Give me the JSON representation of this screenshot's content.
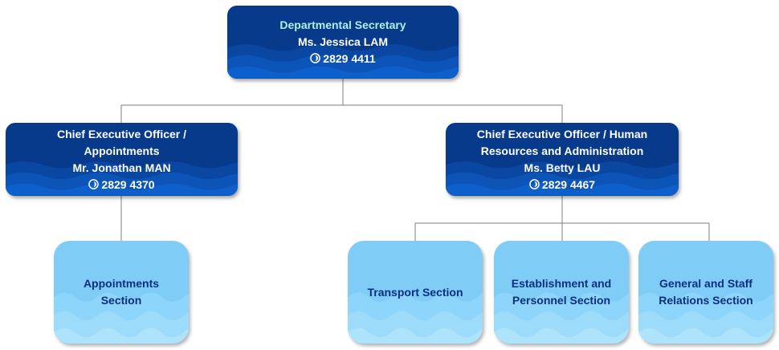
{
  "colors": {
    "dark_box": "#083a8c",
    "dark_title_text": "#aef0ee",
    "light_box": "#7fcdf7",
    "light_text": "#0b2f80",
    "connector": "#7f7f7f"
  },
  "icons": {
    "phone": "phone-icon"
  },
  "departmental_secretary": {
    "title": "Departmental Secretary",
    "name": "Ms. Jessica LAM",
    "phone": "2829 4411"
  },
  "ceo_appointments": {
    "title_line1": "Chief Executive Officer /",
    "title_line2": "Appointments",
    "name": "Mr. Jonathan MAN",
    "phone": "2829 4370"
  },
  "ceo_hr_admin": {
    "title_line1": "Chief Executive Officer / Human",
    "title_line2": "Resources and Administration",
    "name": "Ms. Betty LAU",
    "phone": "2829 4467"
  },
  "sections": {
    "appointments": {
      "line1": "Appointments",
      "line2": "Section"
    },
    "transport": {
      "line1": "Transport Section"
    },
    "establishment": {
      "line1": "Establishment and",
      "line2": "Personnel Section"
    },
    "general_staff": {
      "line1": "General and Staff",
      "line2": "Relations Section"
    }
  }
}
